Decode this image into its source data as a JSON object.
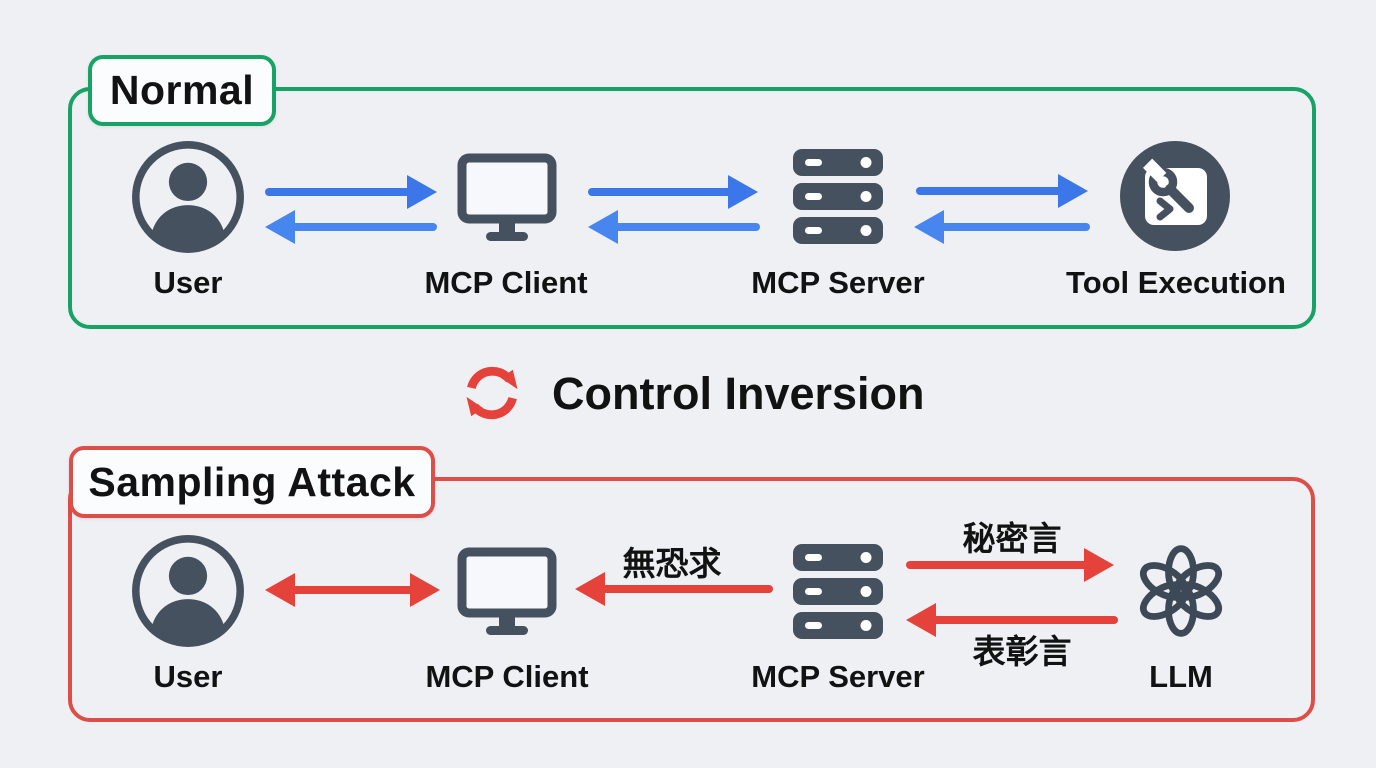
{
  "diagram": {
    "description": "MCP control-flow comparison: normal flow vs sampling attack with control inversion"
  },
  "normal_flow": {
    "title": "Normal",
    "nodes": [
      {
        "label": "User",
        "icon": "user-icon"
      },
      {
        "label": "MCP Client",
        "icon": "monitor-icon"
      },
      {
        "label": "MCP Server",
        "icon": "server-stack-icon"
      },
      {
        "label": "Tool Execution",
        "icon": "wrench-tool-icon"
      }
    ]
  },
  "transition": {
    "label": "Control Inversion",
    "icon": "cycle-arrows-icon"
  },
  "attack_flow": {
    "title": "Sampling Attack",
    "nodes": [
      {
        "label": "User",
        "icon": "user-icon"
      },
      {
        "label": "MCP Client",
        "icon": "monitor-icon"
      },
      {
        "label": "MCP Server",
        "icon": "server-stack-icon"
      },
      {
        "label": "LLM",
        "icon": "openai-logo-icon"
      }
    ],
    "arrow_labels": {
      "server_to_client": "無恐求",
      "server_to_llm": "秘密言",
      "llm_to_server": "表彰言"
    }
  },
  "colors": {
    "background": "#eef0f4",
    "normal_border_green": "#18a266",
    "attack_border_red": "#dd4e49",
    "normal_arrow_blue": "#3b77e9",
    "attack_arrow_red": "#e6423c",
    "icon_dark_slate": "#46515f",
    "text": "#121212"
  }
}
